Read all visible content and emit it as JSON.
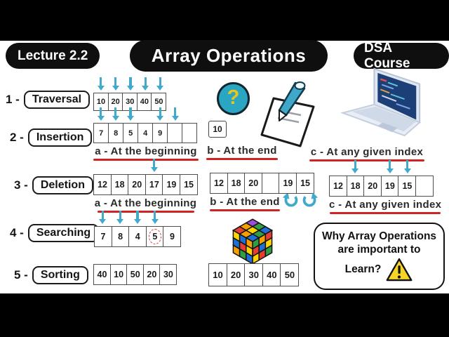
{
  "header": {
    "lecture_badge": "Lecture 2.2",
    "title": "Array Operations",
    "course_badge": "DSA Course"
  },
  "operations": [
    {
      "num": "1 -",
      "label": "Traversal"
    },
    {
      "num": "2 -",
      "label": "Insertion"
    },
    {
      "num": "3 -",
      "label": "Deletion"
    },
    {
      "num": "4 -",
      "label": "Searching"
    },
    {
      "num": "5 -",
      "label": "Sorting"
    }
  ],
  "traversal": {
    "array": [
      "10",
      "20",
      "30",
      "40",
      "50"
    ],
    "arrows": [
      1,
      1,
      1,
      1,
      1
    ]
  },
  "insertion": {
    "array": [
      "7",
      "8",
      "5",
      "4",
      "9",
      "",
      ""
    ],
    "arrows": [
      1,
      1,
      1,
      0,
      1,
      1,
      0
    ],
    "caption_a": "a - At the beginning",
    "value_box": "10",
    "caption_b": "b - At the end",
    "caption_c": "c - At any given index"
  },
  "deletion": {
    "array_a": [
      "12",
      "18",
      "20",
      "17",
      "19",
      "15"
    ],
    "arrows_a": [
      0,
      0,
      0,
      1,
      0,
      0
    ],
    "caption_a": "a - At the beginning",
    "array_b": [
      "12",
      "18",
      "20",
      "",
      "19",
      "15"
    ],
    "caption_b": "b - At the end",
    "array_c": [
      "12",
      "18",
      "20",
      "19",
      "15",
      ""
    ],
    "arrows_c": [
      0,
      1,
      0,
      1,
      1,
      0
    ],
    "caption_c": "c - At any given index"
  },
  "searching": {
    "array": [
      "7",
      "8",
      "4",
      "5",
      "9"
    ],
    "arrows": [
      1,
      1,
      1,
      1,
      0
    ],
    "found_index": 3
  },
  "sorting": {
    "array_unsorted": [
      "40",
      "10",
      "50",
      "20",
      "30"
    ],
    "array_sorted": [
      "10",
      "20",
      "30",
      "40",
      "50"
    ]
  },
  "why_box": {
    "line1": "Why Array Operations",
    "line2": "are important to",
    "line3": "Learn?"
  },
  "icons": {
    "question_mark": "?",
    "cube": {
      "top": [
        "#9b4fd6",
        "#2f9e44",
        "#1f6fd6",
        "#f59f00",
        "#ffd500",
        "#2f9e44",
        "#e63e30",
        "#f59f00",
        "#1f6fd6"
      ],
      "left": [
        "#ffd500",
        "#1f6fd6",
        "#f59f00",
        "#1f6fd6",
        "#e63e30",
        "#ffd500",
        "#f59f00",
        "#2f9e44",
        "#1f6fd6"
      ],
      "right": [
        "#2f9e44",
        "#f59f00",
        "#e63e30",
        "#e63e30",
        "#1f6fd6",
        "#ffd500",
        "#ffd500",
        "#e63e30",
        "#2f9e44"
      ]
    }
  },
  "colors": {
    "arrow": "#41aacb",
    "underline": "#d02424",
    "question_fill": "#2aa6c2",
    "question_mark": "#e8c61e",
    "warning_fill": "#f5d327"
  }
}
